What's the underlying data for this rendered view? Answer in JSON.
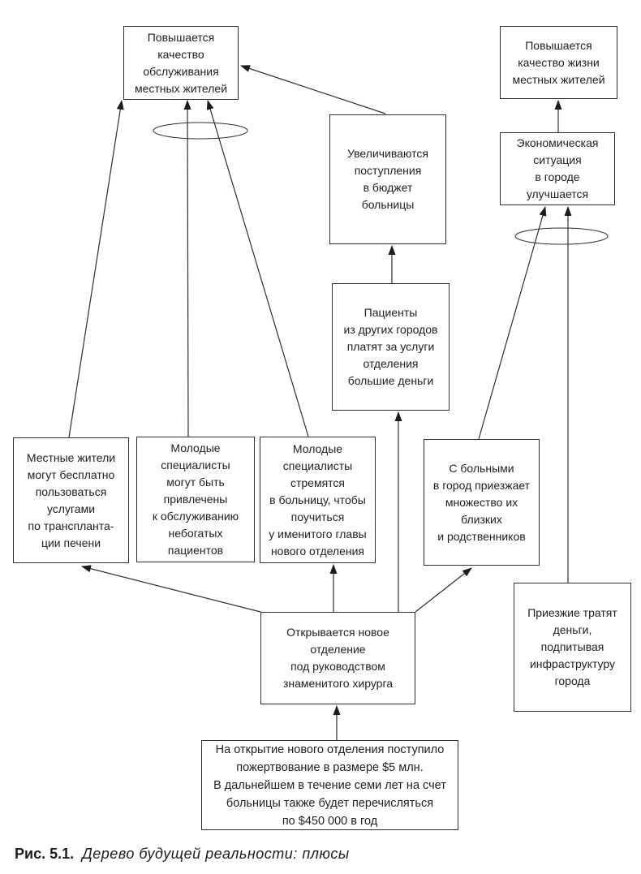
{
  "figure": {
    "caption_label": "Рис. 5.1.",
    "caption_title": "Дерево будущей реальности: плюсы"
  },
  "colors": {
    "background": "#ffffff",
    "line": "#2e2e2e",
    "arrowhead": "#1c1c1c",
    "text": "#1f1f1f"
  },
  "nodes": {
    "service_quality_rises": {
      "text": "Повышается\nкачество\nобслуживания\nместных жителей"
    },
    "life_quality_rises": {
      "text": "Повышается\nкачество жизни\nместных жителей"
    },
    "budget_grows": {
      "text": "Увеличиваются\nпоступления\nв бюджет\nбольницы"
    },
    "economy_improves": {
      "text": "Экономическая\nситуация\nв городе\nулучшается"
    },
    "patients_pay": {
      "text": "Пациенты\nиз других городов\nплатят за услуги\nотделения\nбольшие деньги"
    },
    "free_transplants": {
      "text": "Местные жители\nмогут бесплатно\nпользоваться\nуслугами\nпо транспланта-\nции печени"
    },
    "specialists_attracted": {
      "text": "Молодые\nспециалисты\nмогут быть\nпривлечены\nк обслуживанию\nнебогатых\nпациентов"
    },
    "specialists_learn": {
      "text": "Молодые\nспециалисты\nстремятся\nв больницу, чтобы\nпоучиться\nу именитого главы\nнового отделения"
    },
    "relatives_arrive": {
      "text": "С больными\nв город приезжает\nмножество их\nблизких\nи родственников"
    },
    "visitors_spend": {
      "text": "Приезжие тратят\nденьги,\nподпитывая\nинфраструктуру\nгорода"
    },
    "department_opens": {
      "text": "Открывается новое\nотделение\nпод руководством\nзнаменитого хирурга"
    },
    "donation": {
      "text": "На открытие нового отделения поступило\nпожертвование в размере $5 млн.\nВ дальнейшем в течение семи лет на счет\nбольницы также будет перечисляться\nпо $450 000 в год"
    }
  }
}
